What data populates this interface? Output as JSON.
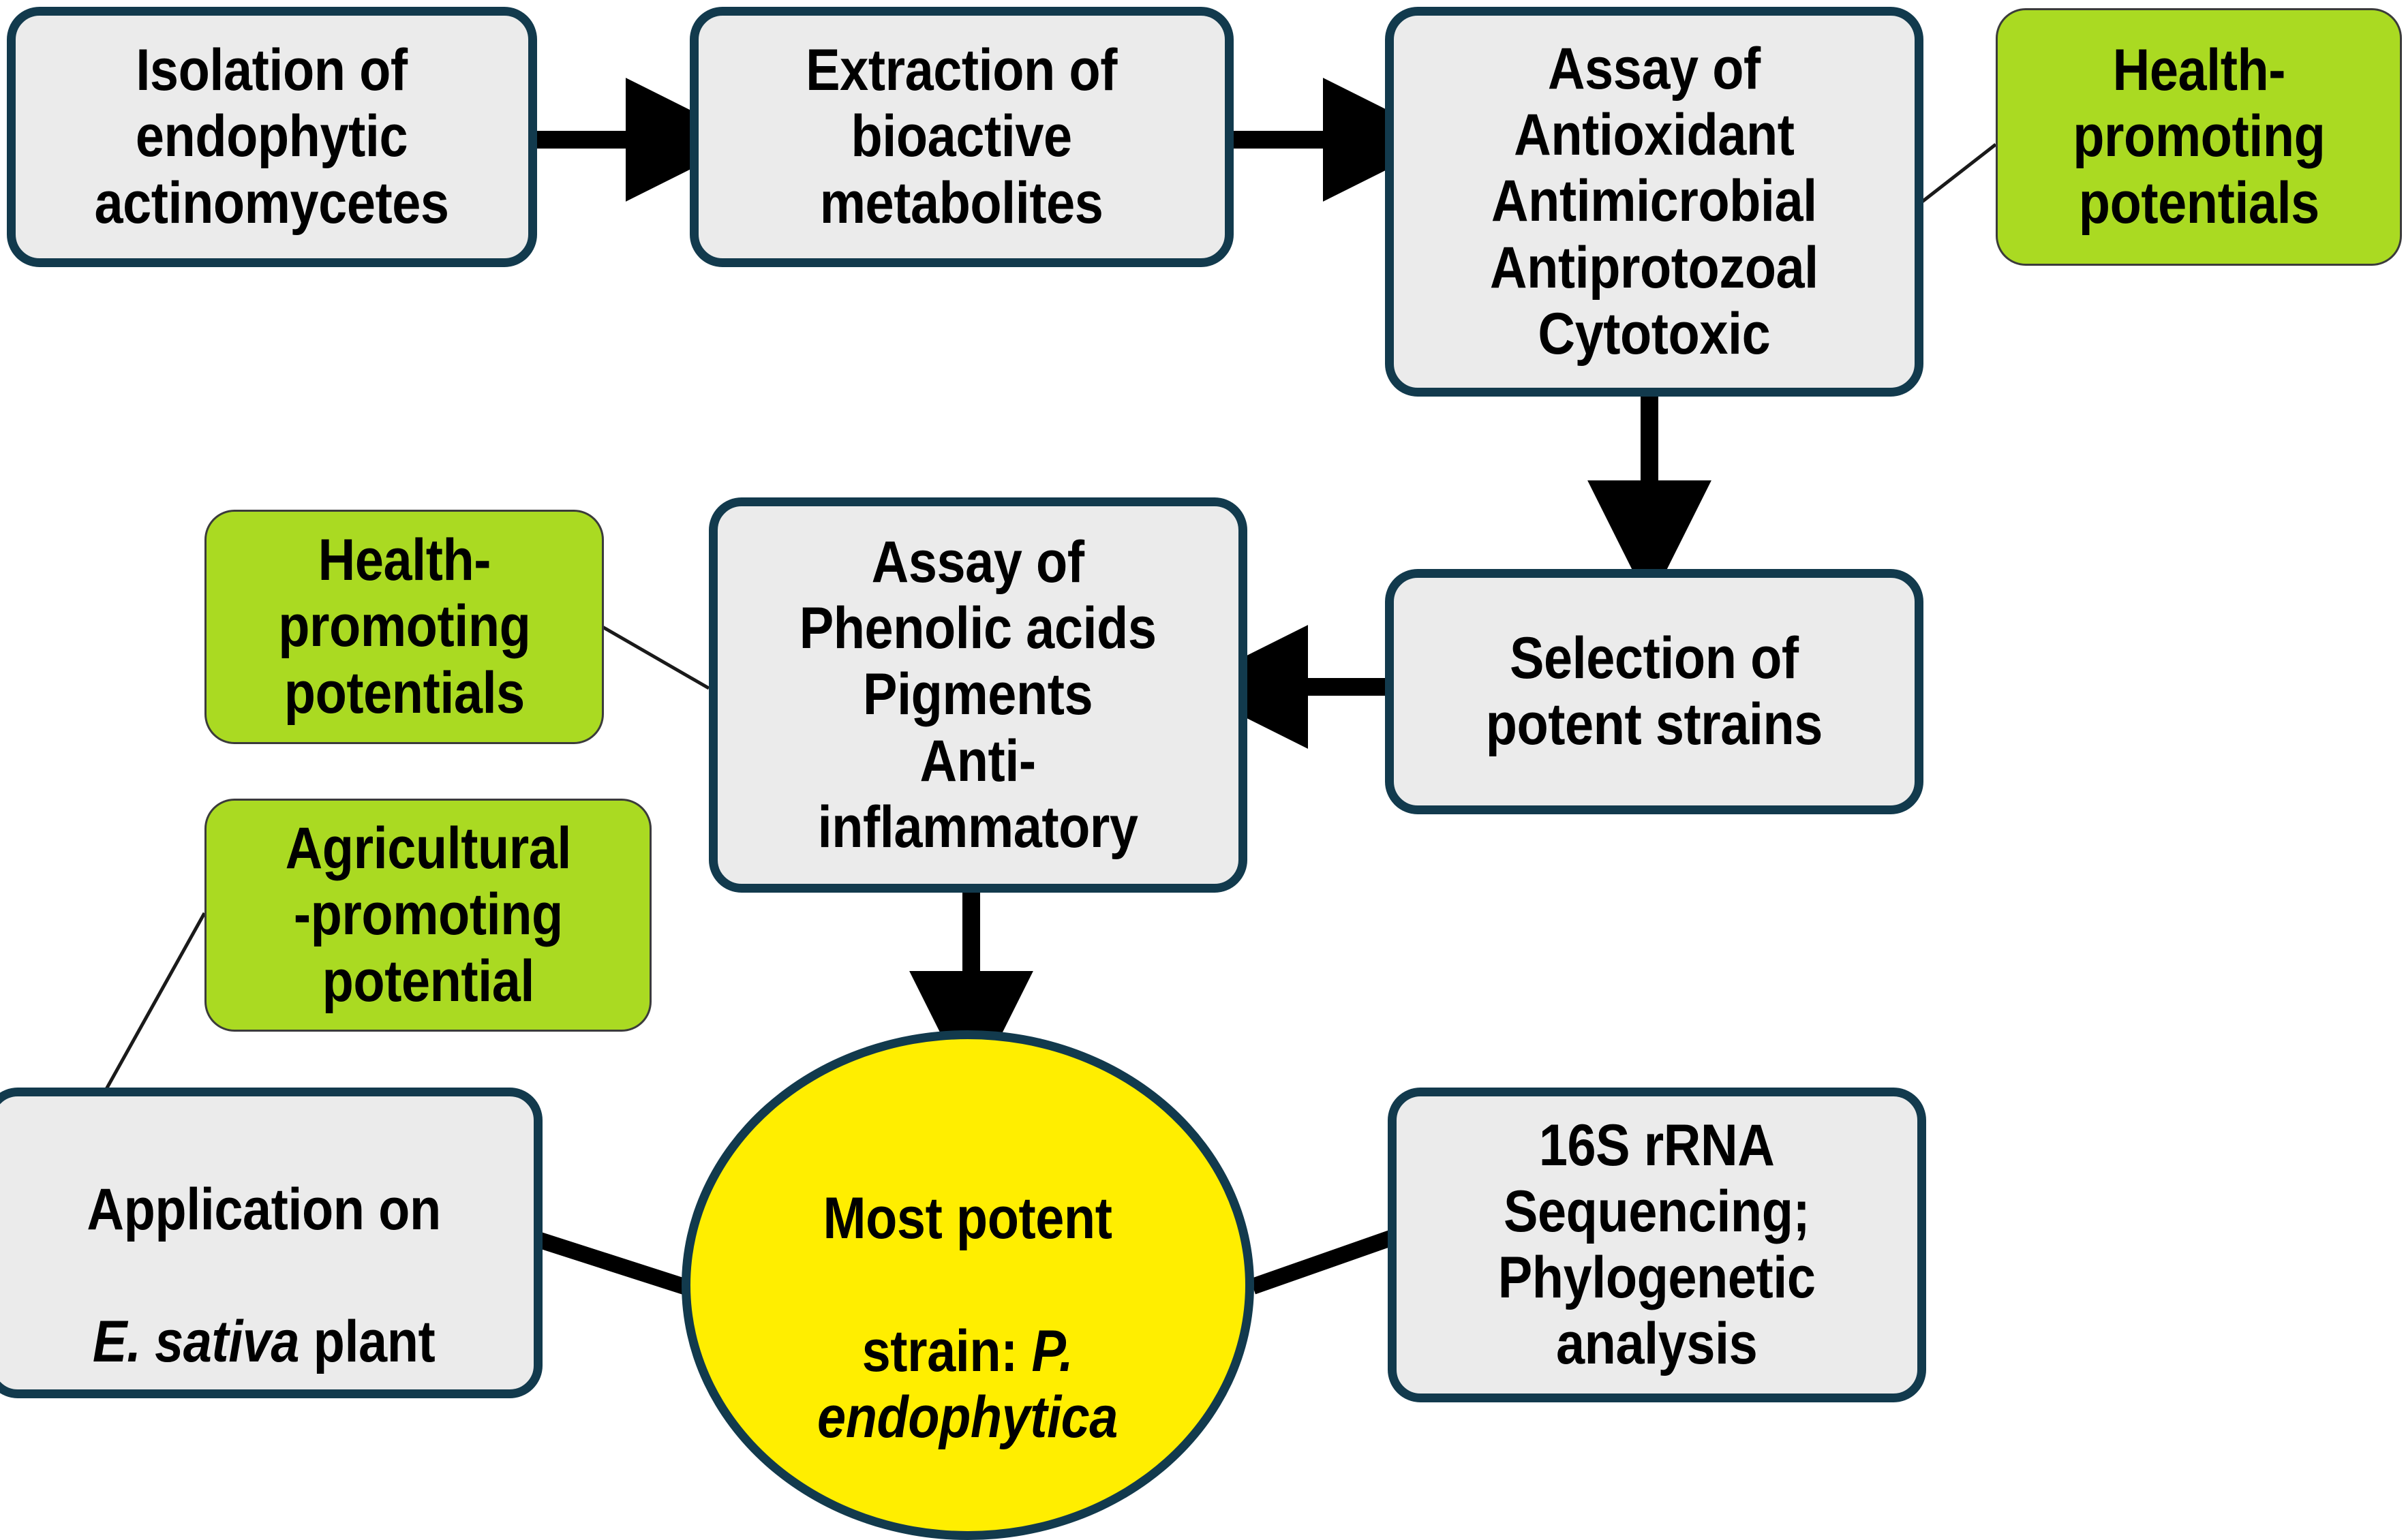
{
  "diagram": {
    "title": "Endophytic actinomycetes bioprospecting workflow",
    "colors": {
      "process_fill": "#ebebeb",
      "process_border": "#123a4d",
      "highlight_fill": "#aada22",
      "highlight_border": "#3b3b3b",
      "result_fill": "#ffee00",
      "result_border": "#123a4d",
      "arrow": "#000000",
      "connector": "#1a1a1a"
    },
    "nodes": [
      {
        "id": "isolation",
        "type": "process",
        "label": "Isolation of\nendophytic\nactinomycetes"
      },
      {
        "id": "extraction",
        "type": "process",
        "label": "Extraction of\nbioactive\nmetabolites"
      },
      {
        "id": "assay-bio",
        "type": "process",
        "label": "Assay of\nAntioxidant\nAntimicrobial\nAntiprotozoal\nCytotoxic"
      },
      {
        "id": "health-top",
        "type": "highlight",
        "label": "Health-\npromoting\npotentials"
      },
      {
        "id": "selection",
        "type": "process",
        "label": "Selection of\npotent strains"
      },
      {
        "id": "assay-phenolic",
        "type": "process",
        "label": "Assay of\nPhenolic acids\nPigments\nAnti-\ninflammatory"
      },
      {
        "id": "health-left",
        "type": "highlight",
        "label": "Health-\npromoting\npotentials"
      },
      {
        "id": "agricultural",
        "type": "highlight",
        "label": "Agricultural\n-promoting\npotential"
      },
      {
        "id": "application",
        "type": "process",
        "label_line1": "Application on",
        "label_line2_italic": "E. sativa",
        "label_line2_rest": " plant"
      },
      {
        "id": "potent-strain",
        "type": "result",
        "label_line1": "Most potent",
        "label_line2": "strain: ",
        "label_italic": "P.\nendophytica"
      },
      {
        "id": "sequencing",
        "type": "process",
        "label": "16S rRNA\nSequencing;\nPhylogenetic\nanalysis"
      }
    ],
    "edges": [
      {
        "from": "isolation",
        "to": "extraction",
        "style": "arrow",
        "direction": "right"
      },
      {
        "from": "extraction",
        "to": "assay-bio",
        "style": "arrow",
        "direction": "right"
      },
      {
        "from": "assay-bio",
        "to": "health-top",
        "style": "connector",
        "direction": "up-right"
      },
      {
        "from": "assay-bio",
        "to": "selection",
        "style": "arrow",
        "direction": "down"
      },
      {
        "from": "selection",
        "to": "assay-phenolic",
        "style": "arrow",
        "direction": "left"
      },
      {
        "from": "assay-phenolic",
        "to": "health-left",
        "style": "connector",
        "direction": "up-left"
      },
      {
        "from": "assay-phenolic",
        "to": "potent-strain",
        "style": "arrow",
        "direction": "down"
      },
      {
        "from": "agricultural",
        "to": "application",
        "style": "connector",
        "direction": "down-left"
      },
      {
        "from": "application",
        "to": "potent-strain",
        "style": "link",
        "direction": "right"
      },
      {
        "from": "potent-strain",
        "to": "sequencing",
        "style": "link",
        "direction": "right"
      }
    ]
  }
}
